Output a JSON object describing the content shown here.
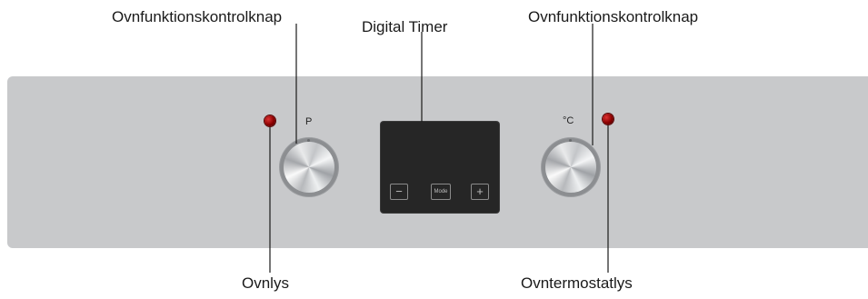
{
  "labels": {
    "function_knob_left": "Ovnfunktionskontrolknap",
    "digital_timer": "Digital Timer",
    "function_knob_right": "Ovnfunktionskontrolknap",
    "oven_light": "Ovnlys",
    "thermostat_light": "Ovntermostatlys"
  },
  "panel": {
    "left_knob_symbol": "P",
    "right_knob_symbol": "°C",
    "timer_buttons": {
      "minus": "−",
      "mode": "Mode",
      "plus": "+"
    }
  },
  "colors": {
    "panel": "#c8c9cb",
    "lamp": "#8a0000",
    "timer": "#262626",
    "leader_line": "#1a1a1a"
  },
  "icons": {
    "left_knob": "oven-function-knob",
    "right_knob": "thermostat-knob",
    "lamps": "indicator-lamp"
  }
}
